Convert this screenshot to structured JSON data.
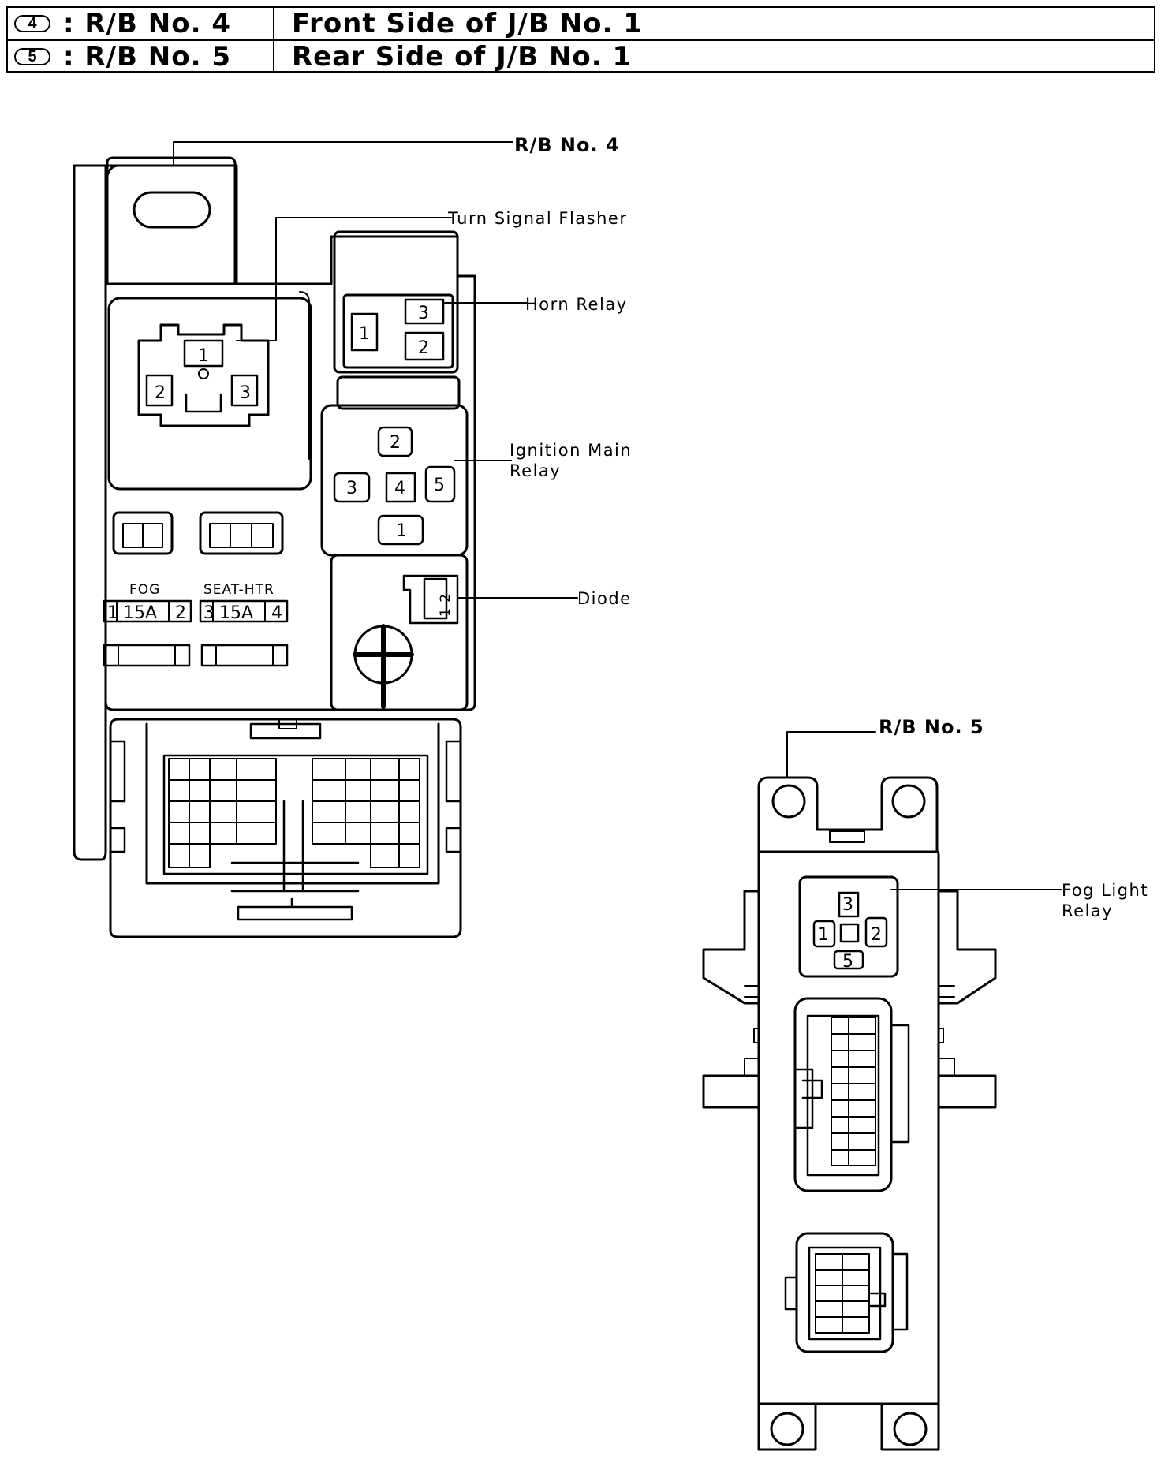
{
  "header": {
    "rows": [
      {
        "code": "4",
        "box": ": R/B No. 4",
        "description": "Front Side of J/B No. 1"
      },
      {
        "code": "5",
        "box": ": R/B No. 5",
        "description": "Rear Side of J/B No. 1"
      }
    ]
  },
  "rb4": {
    "title": "R/B No. 4",
    "labels": {
      "turn_signal_flasher": "Turn Signal Flasher",
      "horn_relay": "Horn Relay",
      "ignition_main_relay_1": "Ignition Main",
      "ignition_main_relay_2": "Relay",
      "diode": "Diode"
    },
    "turn_flasher_pins": [
      "1",
      "2",
      "3"
    ],
    "horn_relay_pins": [
      "1",
      "3",
      "2"
    ],
    "ignition_relay_pins": [
      "2",
      "3",
      "4",
      "5",
      "1"
    ],
    "diode_pins": "1 2",
    "fuses": [
      {
        "name": "FOG",
        "pin_a": "1",
        "rating": "15A",
        "pin_b": "2"
      },
      {
        "name": "SEAT-HTR",
        "pin_a": "3",
        "rating": "15A",
        "pin_b": "4"
      }
    ]
  },
  "rb5": {
    "title": "R/B No. 5",
    "labels": {
      "fog_light_relay_1": "Fog Light",
      "fog_light_relay_2": "Relay"
    },
    "fog_relay_pins": [
      "3",
      "1",
      "2",
      "5"
    ]
  }
}
